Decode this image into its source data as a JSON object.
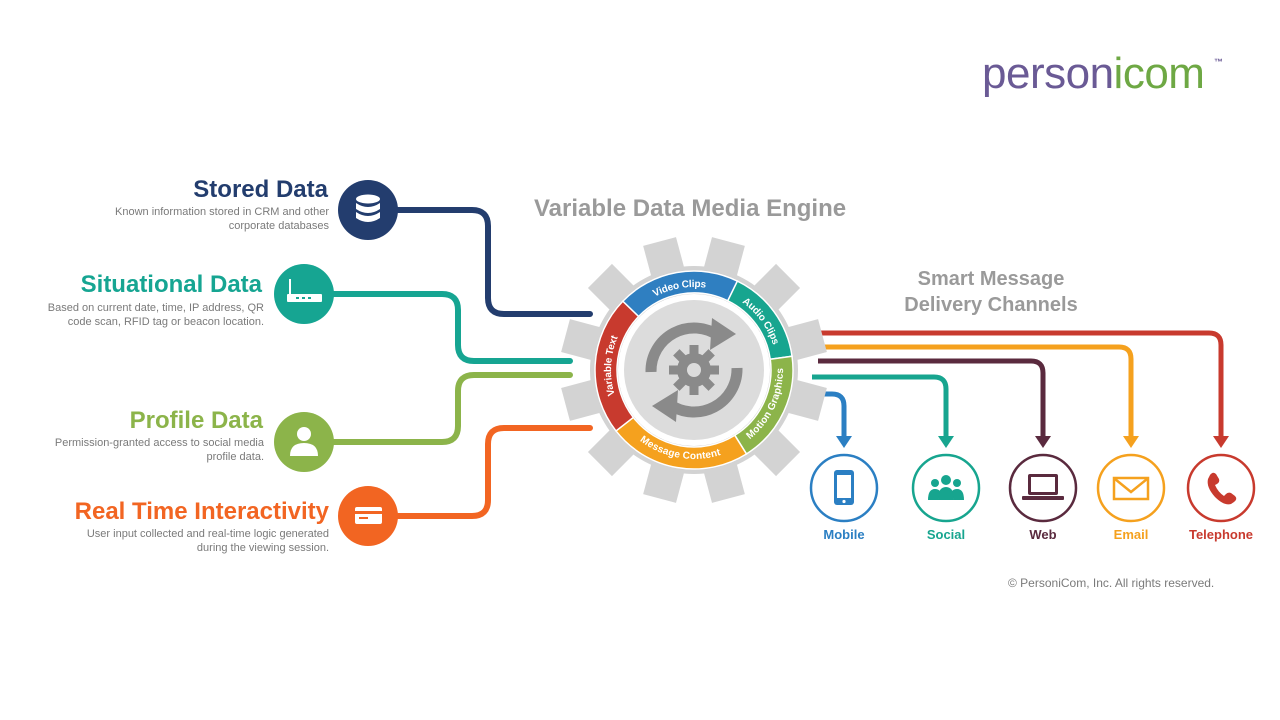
{
  "logo": {
    "text_part1": "person",
    "text_part2": "i",
    "text_part3": "com",
    "trademark": "™"
  },
  "engine": {
    "title": "Variable Data Media Engine"
  },
  "delivery": {
    "title_line1": "Smart Message",
    "title_line2": "Delivery Channels"
  },
  "sources": [
    {
      "title": "Stored Data",
      "description_line1": "Known information stored in CRM and other",
      "description_line2": "corporate databases",
      "color": "#233d6e",
      "icon": "database-icon"
    },
    {
      "title": "Situational Data",
      "description_line1": "Based on current date, time, IP address, QR",
      "description_line2": "code scan, RFID tag or beacon location.",
      "color": "#16a592",
      "icon": "router-icon"
    },
    {
      "title": "Profile Data",
      "description_line1": "Permission-granted access to social media",
      "description_line2": "profile data.",
      "color": "#8cb44a",
      "icon": "user-icon"
    },
    {
      "title": "Real Time Interactivity",
      "description_line1": "User input collected and real-time logic generated",
      "description_line2": "during the viewing session.",
      "color": "#f26522",
      "icon": "card-icon"
    }
  ],
  "gear_segments": [
    {
      "label": "Video Clips",
      "color": "#2f7fc1"
    },
    {
      "label": "Audio Clips",
      "color": "#17a58f"
    },
    {
      "label": "Motion Graphics",
      "color": "#8cb44a"
    },
    {
      "label": "Message Content",
      "color": "#f5a11e"
    },
    {
      "label": "Variable Text",
      "color": "#c83a2e"
    }
  ],
  "channels": [
    {
      "label": "Mobile",
      "color": "#2b7fc3",
      "icon": "mobile-phone-icon"
    },
    {
      "label": "Social",
      "color": "#17a58f",
      "icon": "people-icon"
    },
    {
      "label": "Web",
      "color": "#5a2a3e",
      "icon": "laptop-icon"
    },
    {
      "label": "Email",
      "color": "#f5a11e",
      "icon": "envelope-icon"
    },
    {
      "label": "Telephone",
      "color": "#c83a2e",
      "icon": "telephone-icon"
    }
  ],
  "copyright": "© PersoniCom, Inc. All rights reserved."
}
